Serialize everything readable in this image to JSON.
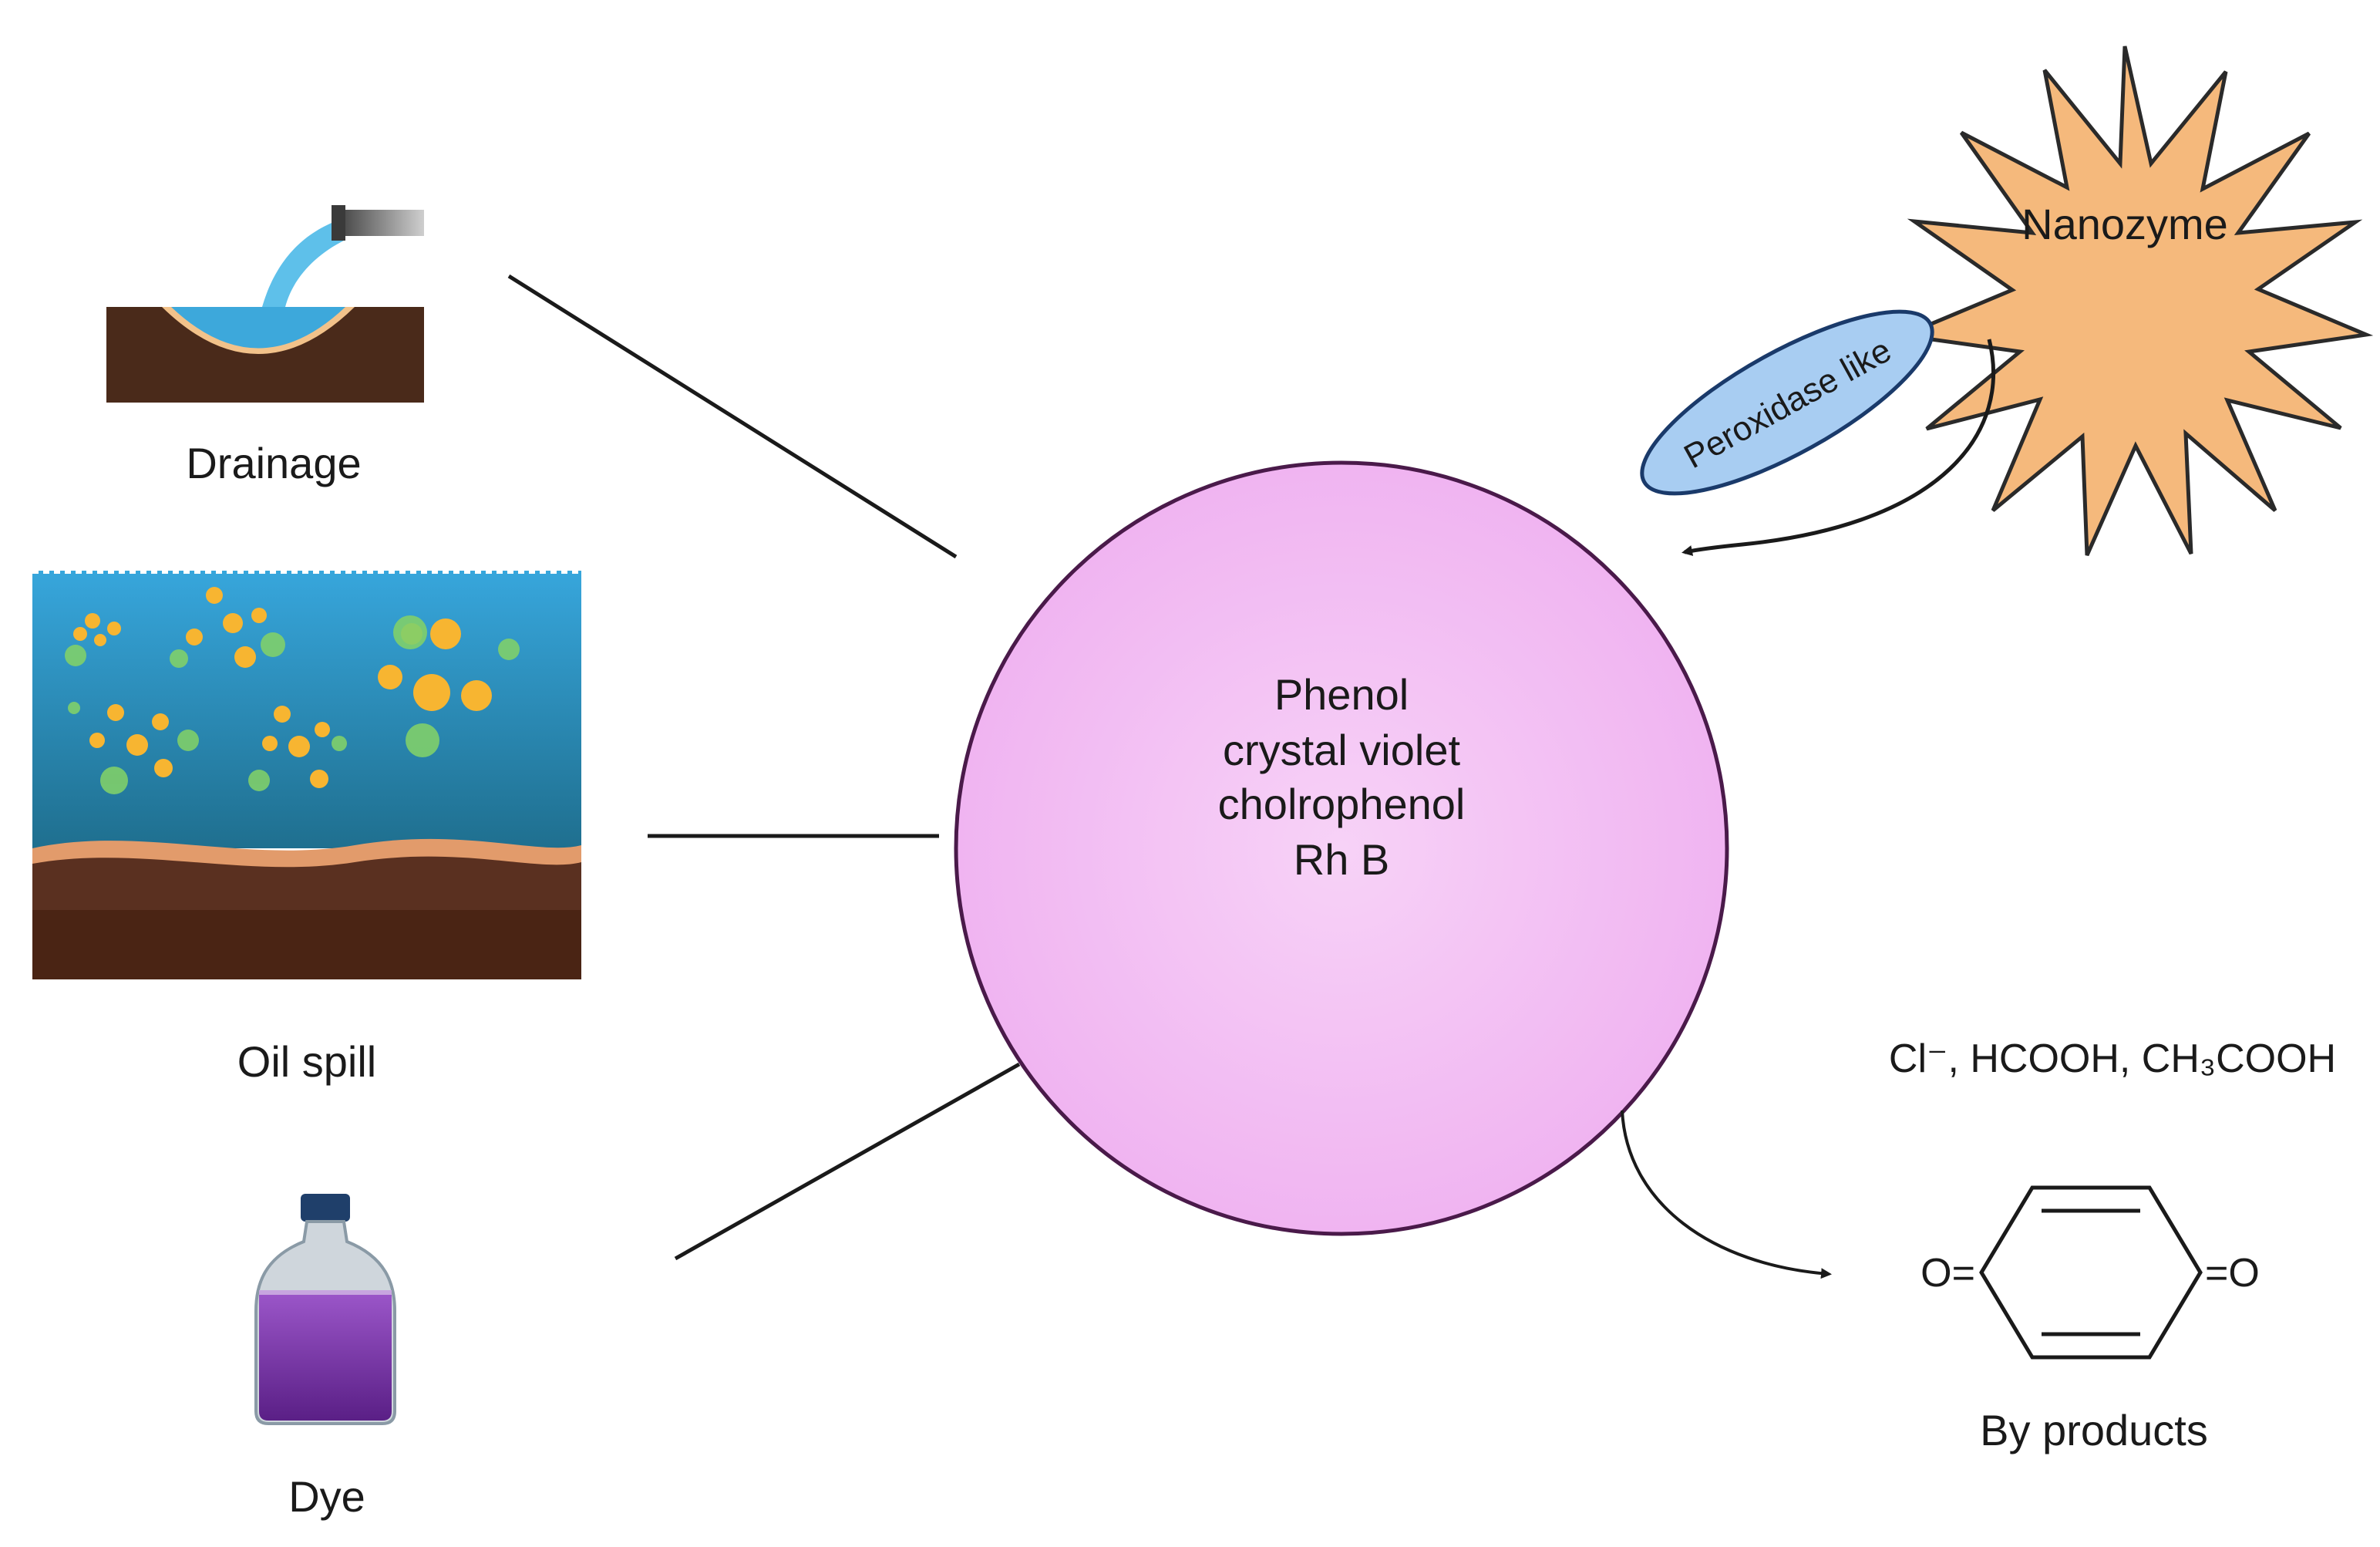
{
  "diagram": {
    "sources": [
      {
        "key": "drainage",
        "label": "Drainage"
      },
      {
        "key": "oil_spill",
        "label": "Oil spill"
      },
      {
        "key": "dye",
        "label": "Dye"
      }
    ],
    "pollutants": [
      "Phenol",
      "crystal violet",
      "cholrophenol",
      "Rh B"
    ],
    "nanozyme": {
      "label": "Nanozyme",
      "activity_label": "Peroxidase like"
    },
    "products": {
      "ions_text": "Cl⁻, HCOOH, CH₃COOH",
      "molecule_left_group": "O=",
      "molecule_right_group": "=O",
      "label": "By products"
    },
    "colors": {
      "pollutant_circle": "#f1b8f2",
      "nanozyme_star": "#f5b97c",
      "peroxidase_ellipse": "#a8cdf2",
      "water": "#2f9fd3",
      "soil": "#4a2a1a",
      "dye_liquid": "#7a3aa8"
    }
  }
}
